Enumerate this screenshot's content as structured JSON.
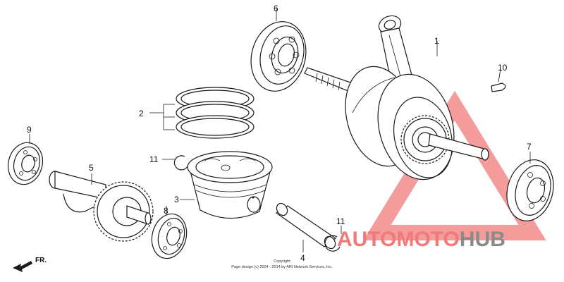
{
  "callouts": [
    "1",
    "2",
    "3",
    "4",
    "5",
    "6",
    "7",
    "8",
    "9",
    "10",
    "11",
    "11"
  ],
  "direction_label": "FR.",
  "copyright": {
    "line1": "Copyright",
    "line2": "Page design (c) 2004 - 2014 by ARI Network Services, Inc."
  },
  "watermark": {
    "part1": "AUTOMOTO",
    "part2": "HUB",
    "color_primary": "#f07a7a",
    "color_secondary": "#8a8a8a"
  }
}
